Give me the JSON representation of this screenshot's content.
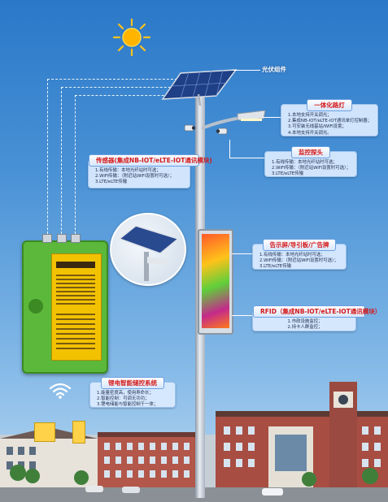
{
  "labels": {
    "solar_panel": "光伏组件"
  },
  "callouts": {
    "integrated_lamp": {
      "title": "一体化路灯",
      "lines": [
        "1.本地支持开关调光；",
        "2.集成NB-IOT/eLTE-IOT通讯单灯控制器；",
        "3.可安装无线基站/WiFi设置；",
        "4.本地支持开关调光。"
      ]
    },
    "sensor": {
      "title": "传感器(集成NB-IOT/eLTE-IOT通讯模块)",
      "lines": [
        "1.有线传输：本地光纤站时可选；",
        "2.WiFi传输：（附近站WiFi设置时可选）；",
        "3.LTE/eLTE传输"
      ]
    },
    "camera": {
      "title": "监控探头",
      "lines": [
        "1.有线传输：本地光纤站时可选；",
        "2.WiFi传输：（附近站WiFi设置时可选）；",
        "3.LTE/eLTE传输"
      ]
    },
    "screen": {
      "title": "告示屏/导引板/广告牌",
      "lines": [
        "1.有线传输：本地光纤站时可选；",
        "2.WiFi传输：（附近站WiFi设置时可选）；",
        "3.LTE/eLTE传输"
      ]
    },
    "rfid": {
      "title": "RFID（集成NB-IOT/eLTE-IOT通讯模块）",
      "lines": [
        "1.市政设施监控；",
        "2.持卡人群监控；"
      ]
    },
    "battery": {
      "title": "锂电智能储控系统",
      "lines": [
        "1.能量密度高，使用寿命长；",
        "2.智能控制：可调无功功；",
        "3.锂电储能与智能控制于一体；"
      ]
    }
  },
  "colors": {
    "sky_top": "#2a78c8",
    "callout_title": "#d31818",
    "battery_green": "#5bb83a",
    "battery_label": "#f2c200"
  },
  "icons": [
    "sun-icon",
    "wifi-icon",
    "solar-panel-icon",
    "street-lamp-icon",
    "camera-icon",
    "led-screen-icon",
    "battery-box-icon",
    "building-icon"
  ]
}
